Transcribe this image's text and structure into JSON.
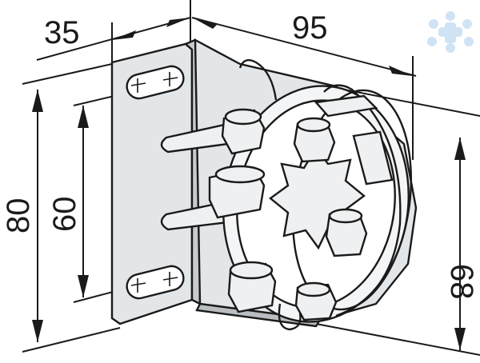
{
  "dimensions": {
    "depth_label": "35",
    "width_label": "95",
    "height_label": "80",
    "hole_spacing_label": "60",
    "adapter_height_label": "68"
  },
  "logo": {
    "icon": "watermark-logo-icon",
    "color": "#cfe3f5"
  },
  "colors": {
    "line": "#1a1a1a",
    "metal": "#e3e6e8",
    "shade": "#b9bec2"
  }
}
